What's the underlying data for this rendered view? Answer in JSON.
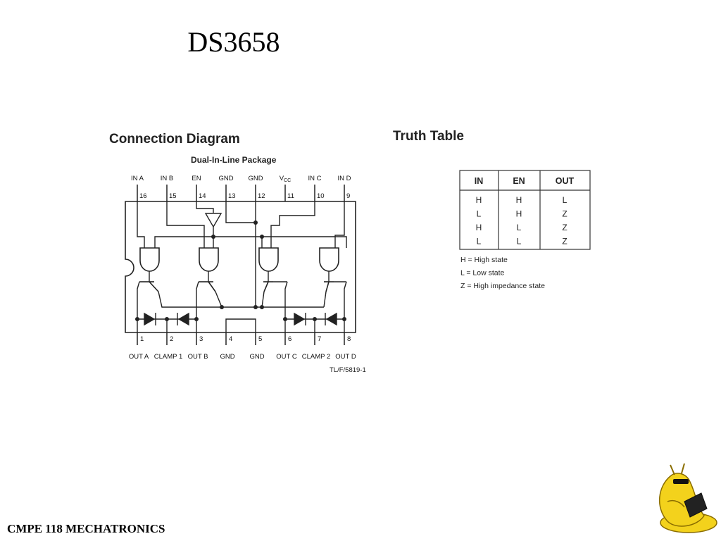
{
  "slide": {
    "title": "DS3658",
    "footer": "CMPE 118 MECHATRONICS"
  },
  "connection_diagram": {
    "heading": "Connection Diagram",
    "package": "Dual-In-Line Package",
    "top_pins": [
      {
        "label": "IN A",
        "number": "16"
      },
      {
        "label": "IN B",
        "number": "15"
      },
      {
        "label": "EN",
        "number": "14"
      },
      {
        "label": "GND",
        "number": "13"
      },
      {
        "label": "GND",
        "number": "12"
      },
      {
        "label": "V",
        "sub": "CC",
        "number": "11"
      },
      {
        "label": "IN C",
        "number": "10"
      },
      {
        "label": "IN D",
        "number": "9"
      }
    ],
    "bottom_pins": [
      {
        "label": "OUT A",
        "number": "1"
      },
      {
        "label": "CLAMP 1",
        "number": "2"
      },
      {
        "label": "OUT B",
        "number": "3"
      },
      {
        "label": "GND",
        "number": "4"
      },
      {
        "label": "GND",
        "number": "5"
      },
      {
        "label": "OUT C",
        "number": "6"
      },
      {
        "label": "CLAMP 2",
        "number": "7"
      },
      {
        "label": "OUT D",
        "number": "8"
      }
    ],
    "figure_ref": "TL/F/5819-1"
  },
  "truth_table": {
    "heading": "Truth Table",
    "columns": [
      "IN",
      "EN",
      "OUT"
    ],
    "rows": [
      [
        "H",
        "H",
        "L"
      ],
      [
        "L",
        "H",
        "Z"
      ],
      [
        "H",
        "L",
        "Z"
      ],
      [
        "L",
        "L",
        "Z"
      ]
    ],
    "legend": [
      "H = High state",
      "L = Low state",
      "Z = High impedance state"
    ]
  }
}
